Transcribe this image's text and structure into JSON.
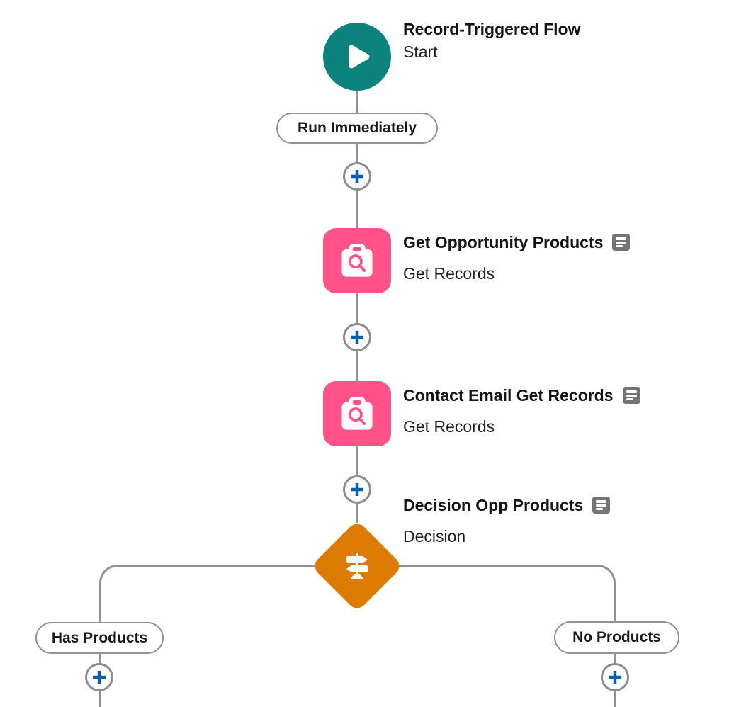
{
  "flow": {
    "start": {
      "title": "Record-Triggered Flow",
      "subtitle": "Start",
      "icon": "play-icon"
    },
    "trigger_badge": {
      "label": "Run Immediately"
    },
    "nodes": [
      {
        "title": "Get Opportunity Products",
        "type_label": "Get Records",
        "icon": "record-lookup-icon",
        "has_description_indicator": true
      },
      {
        "title": "Contact Email Get Records",
        "type_label": "Get Records",
        "icon": "record-lookup-icon",
        "has_description_indicator": true
      },
      {
        "title": "Decision Opp Products",
        "type_label": "Decision",
        "icon": "decision-signpost-icon",
        "has_description_indicator": true
      }
    ],
    "branches": [
      {
        "label": "Has Products"
      },
      {
        "label": "No Products"
      }
    ],
    "add_button_count": 5
  },
  "colors": {
    "start_teal": "#0B827C",
    "record_lookup_pink": "#FF538A",
    "decision_orange": "#DD7A01",
    "add_button_blue": "#0B5CAB",
    "connector_gray": "#919191",
    "description_icon_gray": "#747474",
    "text_dark": "#181818"
  }
}
